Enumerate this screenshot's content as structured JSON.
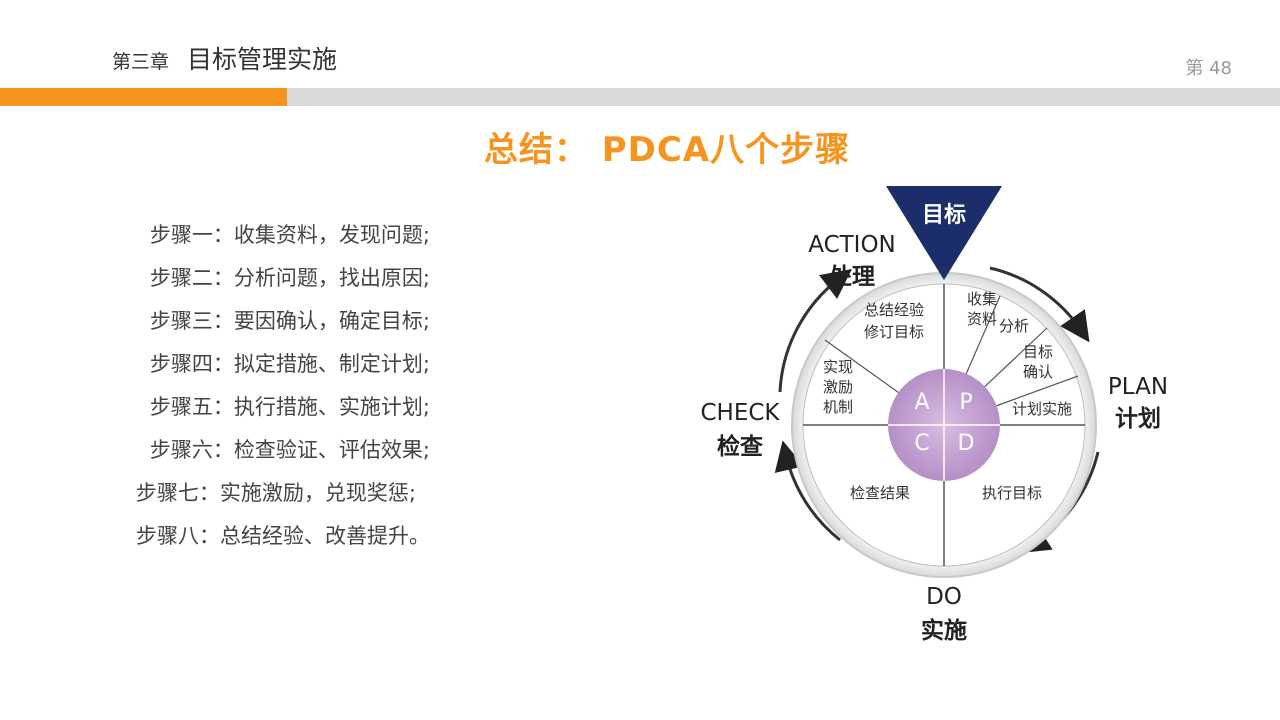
{
  "header": {
    "chapter_label": "第三章",
    "chapter_title": "目标管理实施",
    "page_number": "第 48"
  },
  "title": "总结： PDCA八个步骤",
  "steps": [
    "步骤一：收集资料，发现问题;",
    "步骤二：分析问题，找出原因;",
    "步骤三：要因确认，确定目标;",
    "步骤四：拟定措施、制定计划;",
    "步骤五：执行措施、实施计划;",
    "步骤六：检查验证、评估效果;",
    "步骤七：实施激励，兑现奖惩;",
    "步骤八：总结经验、改善提升。"
  ],
  "diagram": {
    "goal": "目标",
    "action_en": "ACTION",
    "action_cn": "处理",
    "plan_en": "PLAN",
    "plan_cn": "计划",
    "check_en": "CHECK",
    "check_cn": "检查",
    "do_en": "DO",
    "do_cn": "实施",
    "letters": {
      "a": "A",
      "p": "P",
      "c": "C",
      "d": "D"
    },
    "plan_segments": [
      "收集资料",
      "分析",
      "目标确认",
      "计划实施"
    ],
    "action_segments": [
      "总结经验修订目标",
      "实现激励机制"
    ],
    "check_segment": "检查结果",
    "do_segment": "执行目标",
    "colors": {
      "accent": "#f7941d",
      "goal_triangle": "#1b2d6b",
      "center": "#c9a6d6"
    }
  }
}
